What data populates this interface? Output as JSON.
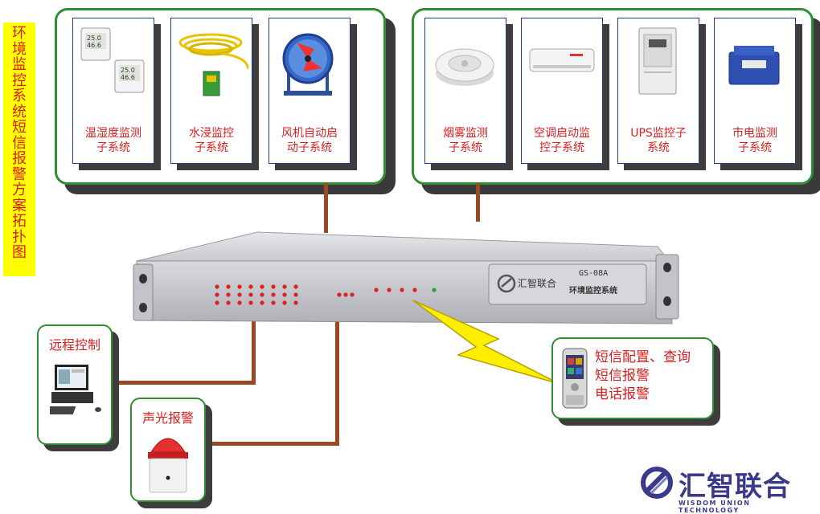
{
  "title_vertical": [
    "环",
    "境",
    "监",
    "控",
    "系",
    "统",
    "短",
    "信",
    "报",
    "警",
    "方",
    "案",
    "拓",
    "扑",
    "图"
  ],
  "left_group": [
    {
      "icon": "thermometer-hygrometer-icon",
      "lines": [
        "温湿度监测",
        "子系统"
      ]
    },
    {
      "icon": "water-leak-sensor-icon",
      "lines": [
        "水浸监控",
        "子系统"
      ]
    },
    {
      "icon": "fan-icon",
      "lines": [
        "风机自动启",
        "动子系统"
      ]
    }
  ],
  "right_group": [
    {
      "icon": "smoke-detector-icon",
      "lines": [
        "烟雾监测",
        "子系统"
      ]
    },
    {
      "icon": "air-conditioner-icon",
      "lines": [
        "空调启动监",
        "控子系统"
      ]
    },
    {
      "icon": "ups-icon",
      "lines": [
        "UPS监控子",
        "系统"
      ]
    },
    {
      "icon": "power-meter-icon",
      "lines": [
        "市电监测",
        "子系统"
      ]
    }
  ],
  "device": {
    "brand": "汇智联合",
    "model": "GS-08A",
    "name": "环境监控系统"
  },
  "remote": {
    "label": "远程控制"
  },
  "alarm": {
    "label": "声光报警"
  },
  "phone": {
    "lines": [
      "短信配置、查询",
      "短信报警",
      "电话报警"
    ]
  },
  "logo": {
    "text": "汇智联合",
    "sub": "WISDOM UNION TECHNOLOGY"
  },
  "colors": {
    "border_green": "#2f8f2f",
    "label_red": "#d81e1e",
    "link_brown": "#9a4a22",
    "highlight_yellow": "#ffff00",
    "logo_blue": "#3a3a8a"
  }
}
